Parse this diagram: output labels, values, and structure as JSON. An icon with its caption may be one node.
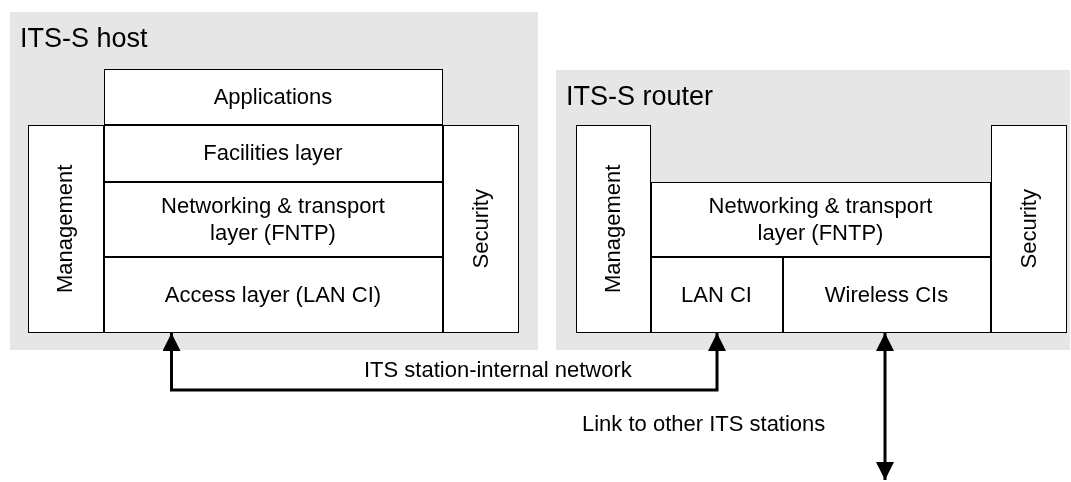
{
  "diagram": {
    "nodes": [
      {
        "text": [
          "ITS-S host"
        ]
      },
      {
        "text": [
          "Applications"
        ],
        "in": 0
      },
      {
        "text": [
          "Management"
        ],
        "in": 0
      },
      {
        "text": [
          "Facilities layer"
        ],
        "in": 0
      },
      {
        "text": [
          "Networking & transport layer (FNTP)"
        ],
        "in": 0
      },
      {
        "text": [
          "Access layer (LAN CI)"
        ],
        "in": 0
      },
      {
        "text": [
          "Security"
        ],
        "in": 0
      },
      {
        "text": [
          "ITS-S router"
        ]
      },
      {
        "text": [
          "Management"
        ],
        "in": 7
      },
      {
        "text": [
          "Networking & transport layer (FNTP)"
        ],
        "in": 7
      },
      {
        "text": [
          "LAN CI"
        ],
        "in": 7
      },
      {
        "text": [
          "Wireless CIs"
        ],
        "in": 7
      },
      {
        "text": [
          "Security"
        ],
        "in": 7
      }
    ],
    "edges": [
      {
        "from": 5,
        "to": 10,
        "arrow": "both",
        "label": "ITS station-internal network"
      },
      {
        "from": 11,
        "to": null,
        "arrow": "both",
        "label": "Link to other ITS stations"
      }
    ]
  }
}
